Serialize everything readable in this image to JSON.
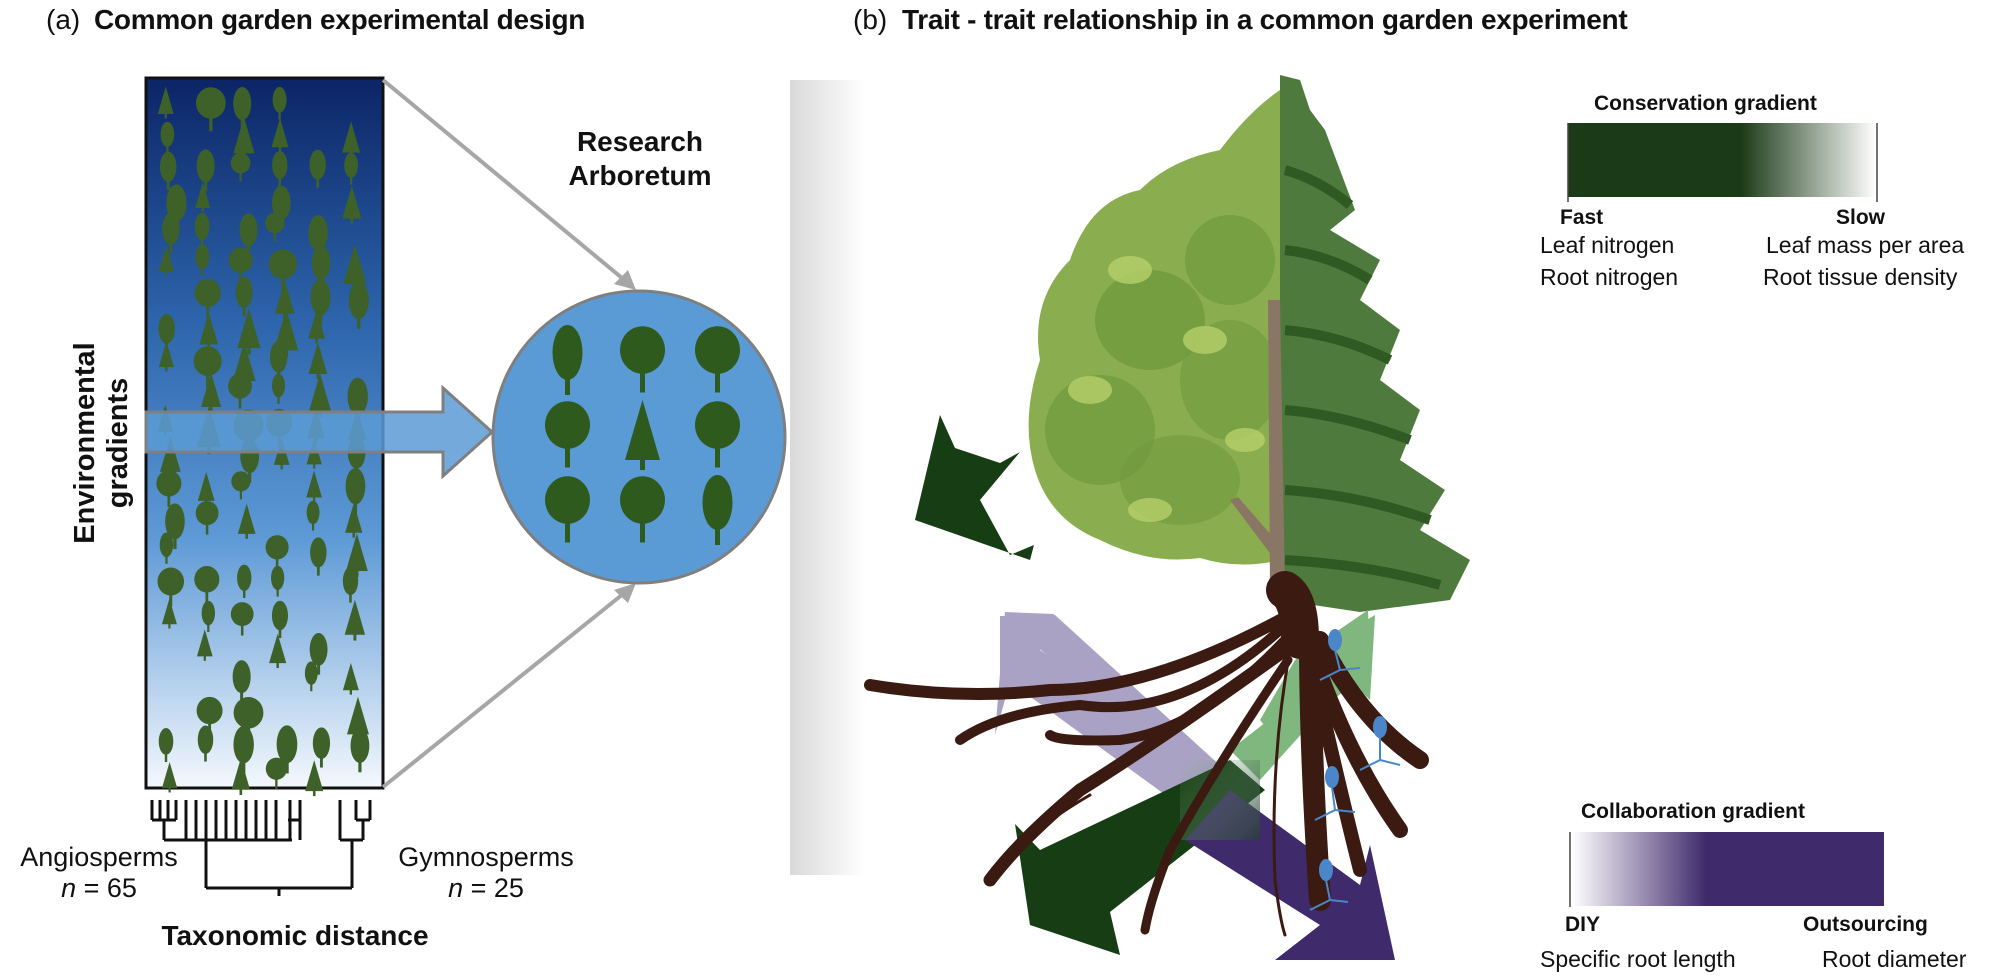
{
  "panel_a": {
    "letter": "(a)",
    "title": "Common garden experimental design",
    "y_axis_label": "Environmental gradients",
    "arboretum_label_line1": "Research",
    "arboretum_label_line2": "Arboretum",
    "x_axis_label": "Taxonomic distance",
    "groups": [
      {
        "name": "Angiosperms",
        "n_label": "n",
        "n_value": "= 65"
      },
      {
        "name": "Gymnosperms",
        "n_label": "n",
        "n_value": "= 25"
      }
    ],
    "colors": {
      "gradient_top": "#0b2566",
      "gradient_bottom": "#f4f8fd",
      "tree_silhouette": "#3d6128",
      "arboretum_fill": "#5b9bd5",
      "connector": "#a6a6a6"
    }
  },
  "panel_b": {
    "letter": "(b)",
    "title": "Trait - trait relationship in a common garden experiment",
    "conservation_gradient": {
      "title": "Conservation gradient",
      "left_end": "Fast",
      "right_end": "Slow",
      "left_traits": [
        "Leaf nitrogen",
        "Root nitrogen"
      ],
      "right_traits": [
        "Leaf mass per area",
        "Root tissue density"
      ],
      "color_dark": "#1b3a17",
      "color_light": "#ffffff"
    },
    "collaboration_gradient": {
      "title": "Collaboration gradient",
      "left_end": "DIY",
      "right_end": "Outsourcing",
      "left_traits": [
        "Specific root length"
      ],
      "right_traits": [
        "Root diameter"
      ],
      "color_dark": "#3f2a6b",
      "color_light": "#ffffff"
    },
    "arrow_colors": {
      "fast": "#173d14",
      "slow": "#7fb77e",
      "diy": "#aaa2c5",
      "outsourcing": "#3f2a6b"
    }
  }
}
